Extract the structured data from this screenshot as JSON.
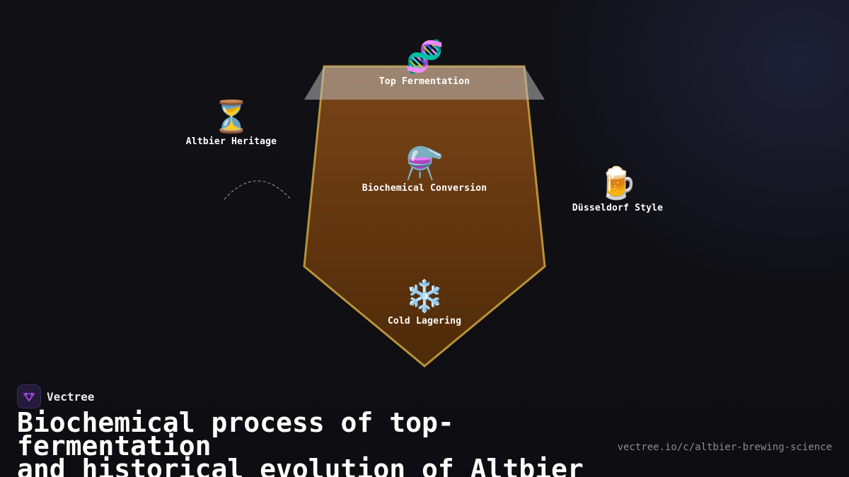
{
  "diagram": {
    "nodes": [
      {
        "id": "top",
        "icon": "dna-icon",
        "emoji": "🧬",
        "label": "Top Fermentation"
      },
      {
        "id": "heritage",
        "icon": "hourglass-icon",
        "emoji": "⏳",
        "label": "Altbier Heritage"
      },
      {
        "id": "biochem",
        "icon": "flask-icon",
        "emoji": "⚗️",
        "label": "Biochemical Conversion"
      },
      {
        "id": "style",
        "icon": "beer-mug-icon",
        "emoji": "🍺",
        "label": "Düsseldorf Style"
      },
      {
        "id": "cold",
        "icon": "snowflake-icon",
        "emoji": "❄️",
        "label": "Cold Lagering"
      }
    ]
  },
  "brand": {
    "name": "Vectree",
    "icon": "vectree-logo-icon"
  },
  "title": {
    "line1": "Biochemical process of top-fermentation",
    "line2": "and historical evolution of Altbier"
  },
  "footer": {
    "url": "vectree.io/c/altbier-brewing-science"
  },
  "colors": {
    "glass_fill_top": "#7a4518",
    "glass_fill_bottom": "#4e2a08",
    "glass_outline": "#b8923a",
    "foam": "#9a9a9a",
    "background": "#0f0f13"
  }
}
